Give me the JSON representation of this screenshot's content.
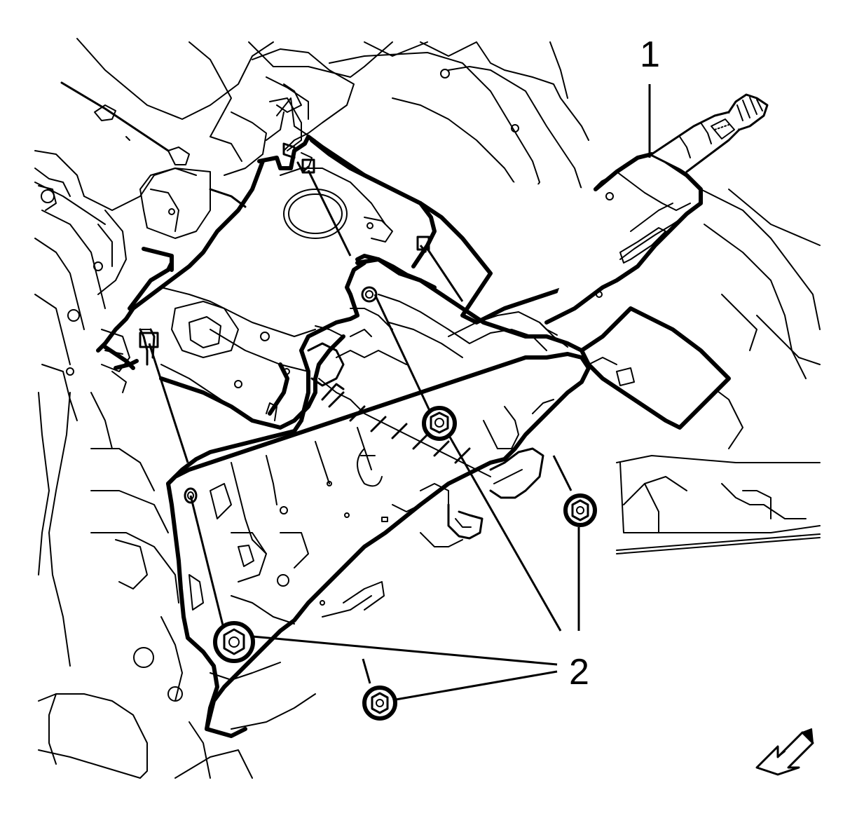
{
  "diagram": {
    "callouts": [
      {
        "id": "1",
        "label": "1"
      },
      {
        "id": "2",
        "label": "2"
      }
    ],
    "direction_icon": "forward-arrow-icon"
  }
}
